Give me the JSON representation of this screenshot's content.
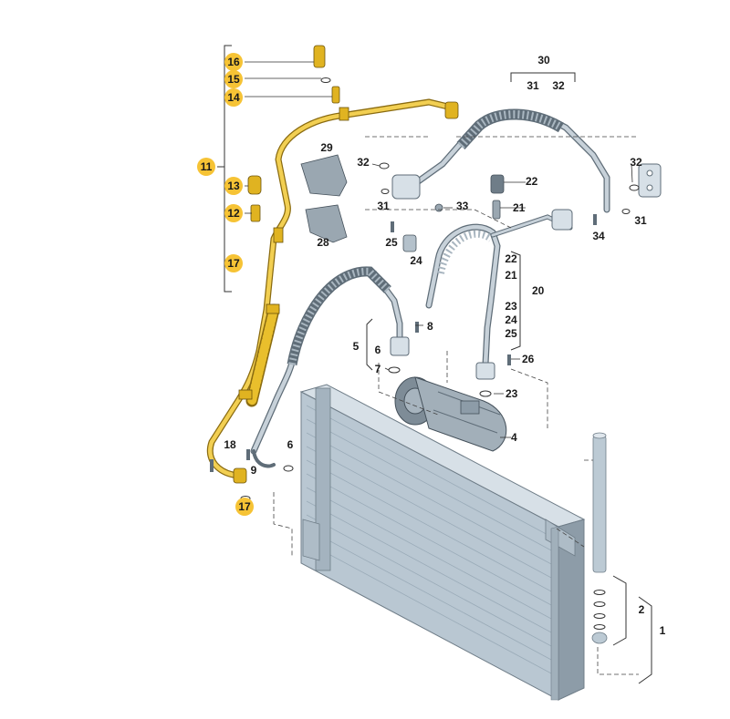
{
  "colors": {
    "highlight": "#f6c335",
    "hose": "#8f9ea8",
    "hose_light": "#c9d3da",
    "metal": "#9aa7b1",
    "condenser": "#b4c3cf",
    "highlight_pipe": "#e0b321"
  },
  "callouts": {
    "c1": "1",
    "c2": "2",
    "c4": "4",
    "c5": "5",
    "c6a": "6",
    "c6b": "6",
    "c7": "7",
    "c8": "8",
    "c9": "9",
    "c11": "11",
    "c12": "12",
    "c13": "13",
    "c14": "14",
    "c15": "15",
    "c16": "16",
    "c17a": "17",
    "c17b": "17",
    "c18": "18",
    "c20": "20",
    "c21a": "21",
    "c21b": "21",
    "c22a": "22",
    "c22b": "22",
    "c23a": "23",
    "c23b": "23",
    "c24a": "24",
    "c24b": "24",
    "c25a": "25",
    "c25b": "25",
    "c26": "26",
    "c28": "28",
    "c29": "29",
    "c30": "30",
    "c31a": "31",
    "c31b": "31",
    "c31c": "31",
    "c32a": "32",
    "c32b": "32",
    "c32c": "32",
    "c33": "33",
    "c34": "34"
  }
}
